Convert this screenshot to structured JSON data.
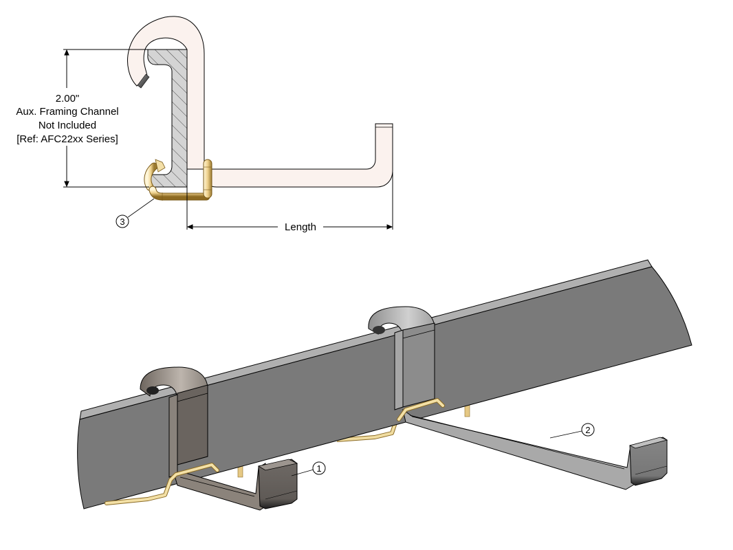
{
  "drawing": {
    "type": "engineering assembly drawing",
    "section_view": {
      "dimension_height": {
        "value": "2.00\"",
        "note_lines": [
          "Aux. Framing Channel",
          "Not Included",
          "[Ref: AFC22xx Series]"
        ]
      },
      "dimension_length": {
        "label": "Length"
      }
    },
    "balloons": [
      {
        "id": "1",
        "target": "hanger-bracket-front"
      },
      {
        "id": "2",
        "target": "hanger-bracket-rear"
      },
      {
        "id": "3",
        "target": "wire-clip"
      }
    ],
    "colors": {
      "hanger_section": "#fbf2ee",
      "channel_hatch_fill": "#d4d4d4",
      "wire_gold": "#e8cf8c",
      "channel_3d_face": "#7a7a7a",
      "channel_3d_top": "#b0b0b0",
      "bracket_front": "#7f7872",
      "bracket_rear": "#a9a9a9"
    }
  }
}
